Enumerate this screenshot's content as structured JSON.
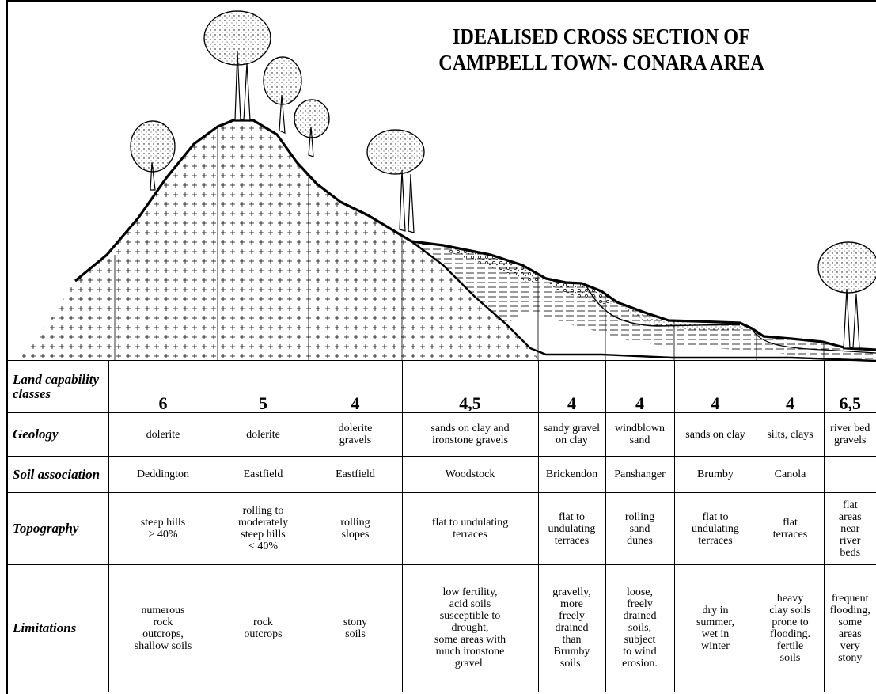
{
  "title": {
    "line1": "IDEALISED CROSS SECTION  OF",
    "line2": "CAMPBELL TOWN- CONARA AREA"
  },
  "rows": {
    "land_capability": "Land capability\nclasses",
    "geology": "Geology",
    "soil_association": "Soil association",
    "topography": "Topography",
    "limitations": "Limitations"
  },
  "columns": [
    {
      "land_capability": "6",
      "geology": "dolerite",
      "soil": "Deddington",
      "topography": "steep hills\n> 40%",
      "limitations": "numerous\nrock\noutcrops,\nshallow soils"
    },
    {
      "land_capability": "5",
      "geology": "dolerite",
      "soil": "Eastfield",
      "topography": "rolling to\nmoderately\nsteep hills\n< 40%",
      "limitations": "rock\noutcrops"
    },
    {
      "land_capability": "4",
      "geology": "dolerite\ngravels",
      "soil": "Eastfield",
      "topography": "rolling\nslopes",
      "limitations": "stony\nsoils"
    },
    {
      "land_capability": "4,5",
      "geology": "sands on clay and\nironstone gravels",
      "soil": "Woodstock",
      "topography": "flat to undulating\nterraces",
      "limitations": "low fertility,\nacid soils\nsusceptible to\ndrought,\nsome areas with\nmuch ironstone\ngravel."
    },
    {
      "land_capability": "4",
      "geology": "sandy gravel\non clay",
      "soil": "Brickendon",
      "topography": "flat to\nundulating\nterraces",
      "limitations": "gravelly,\nmore\nfreely\ndrained\nthan\nBrumby\nsoils."
    },
    {
      "land_capability": "4",
      "geology": "windblown\nsand",
      "soil": "Panshanger",
      "topography": "rolling\nsand\ndunes",
      "limitations": "loose,\nfreely\ndrained\nsoils,\nsubject\nto wind\nerosion."
    },
    {
      "land_capability": "4",
      "geology": "sands on clay",
      "soil": "Brumby",
      "topography": "flat to\nundulating\nterraces",
      "limitations": "dry in\nsummer,\nwet in\nwinter"
    },
    {
      "land_capability": "4",
      "geology": "silts, clays",
      "soil": "Canola",
      "topography": "flat\nterraces",
      "limitations": "heavy\nclay soils\nprone to\nflooding.\nfertile\nsoils"
    },
    {
      "land_capability": "6,5",
      "geology": "river bed\ngravels",
      "soil": "",
      "topography": "flat\nareas\nnear\nriver\nbeds",
      "limitations": "frequent\nflooding,\nsome\nareas\nvery\nstony"
    }
  ]
}
